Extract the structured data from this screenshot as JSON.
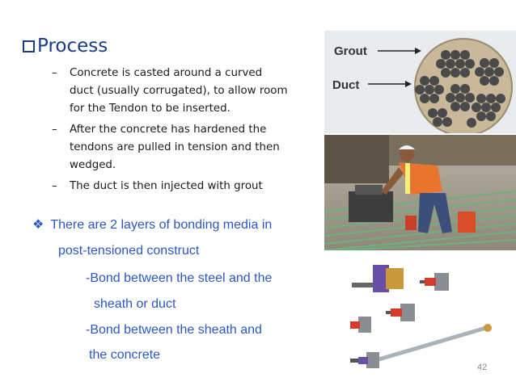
{
  "title": "Process",
  "bullets": [
    "Concrete is casted around a curved duct (usually corrugated), to allow room for the Tendon to be inserted.",
    "After the concrete has hardened the tendons are pulled in tension and then wedged.",
    "The duct is then injected with grout"
  ],
  "bullet_lines": [
    [
      "Concrete is casted around a curved",
      "duct (usually corrugated), to allow room",
      "for the Tendon to be inserted."
    ],
    [
      "After the concrete has hardened the",
      "tendons are pulled in tension and then",
      "wedged."
    ],
    [
      "The duct is then injected with grout"
    ]
  ],
  "bonding": {
    "intro_line1": "There are 2 layers of bonding media in",
    "intro_line2": "post-tensioned construct",
    "item1_line1": "-Bond between the steel and the",
    "item1_line2": "sheath or duct",
    "item2_line1": "-Bond between the sheath and",
    "item2_line2": "the concrete"
  },
  "diagram": {
    "grout_label": "Grout",
    "duct_label": "Duct"
  },
  "page_number": "42",
  "colors": {
    "title": "#1a3a8a",
    "body_text": "#1a1a1a",
    "bonding_text": "#2a57c5",
    "page_number": "#8a8a8a"
  }
}
